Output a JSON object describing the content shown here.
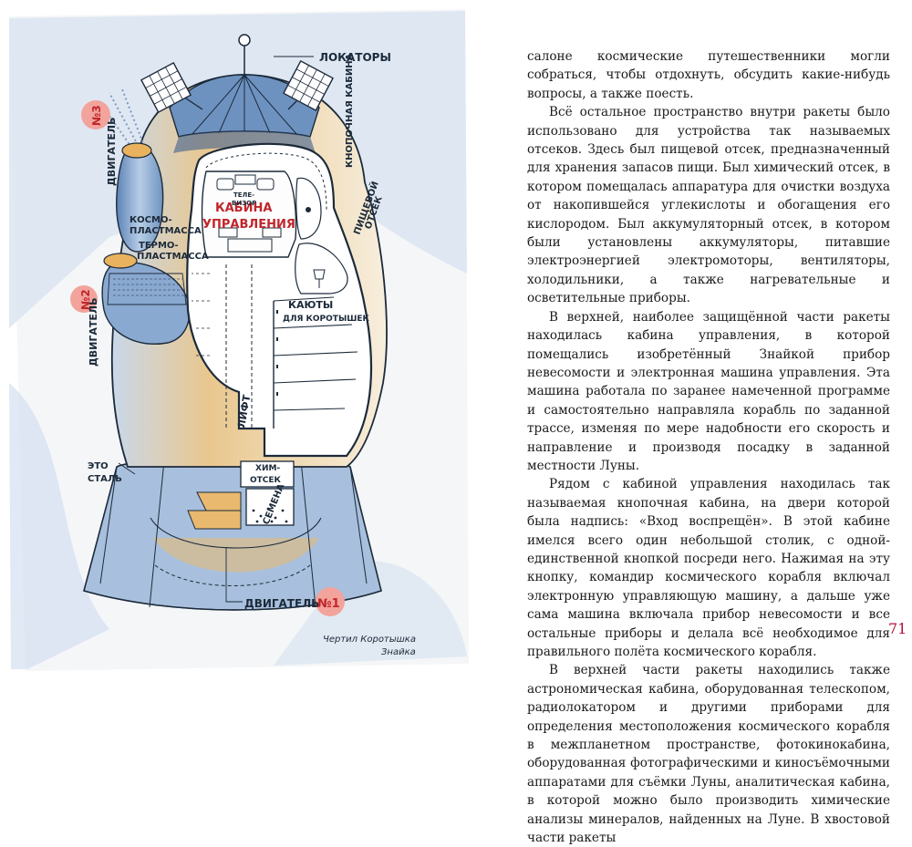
{
  "illustration": {
    "labels": {
      "locators": "ЛОКАТОРЫ",
      "button_cabin": "КНОПОЧНАЯ КАБИНА",
      "engine3": "ДВИГАТЕЛЬ",
      "engine3_num": "№3",
      "control_cabin_line1": "КАБИНА",
      "control_cabin_line2": "УПРАВЛЕНИЯ",
      "tv_line1": "ТЕЛЕ-",
      "tv_line2": "ВИЗОР",
      "food_compartment_line1": "ПИЩЕВОЙ",
      "food_compartment_line2": "ОТСЕК",
      "cosmoplastic_line1": "КОСМО-",
      "cosmoplastic_line2": "ПЛАСТМАССА",
      "thermoplastic_line1": "ТЕРМО-",
      "thermoplastic_line2": "ПЛАСТМАССА",
      "engine2": "ДВИГАТЕЛЬ",
      "engine2_num": "№2",
      "cabins_line1": "КАЮТЫ",
      "cabins_line2": "ДЛЯ КОРОТЫШЕК",
      "lift": "ЛИФТ",
      "eto_steel_line1": "ЭТО",
      "eto_steel_line2": "СТАЛЬ",
      "chem_line1": "ХИМ-",
      "chem_line2": "ОТСЕК",
      "seeds": "СЕМЕНА",
      "engine1": "ДВИГАТЕЛЬ",
      "engine1_num": "№1",
      "signature_line1": "Чертил Коротышка",
      "signature_line2": "Знайка"
    },
    "colors": {
      "ink": "#1c2a3a",
      "red_label": "#c0262c",
      "badge": "#f2a39b",
      "blue_wash": "#b9cde3",
      "blue_dark": "#6f93bf",
      "gold_wash": "#e7b96a",
      "gold_light": "#f4dcab"
    }
  },
  "text": {
    "paragraphs": [
      "салоне космические путешественники могли собраться, чтобы отдохнуть, обсудить какие-нибудь вопросы, а также поесть.",
      "Всё остальное пространство внутри ракеты было использовано для устройства так называемых отсеков. Здесь был пищевой отсек, предназначенный для хранения запасов пищи. Был химический отсек, в котором помещалась аппаратура для очистки воздуха от накопившейся углекислоты и обогащения его кислородом. Был аккумуляторный отсек, в котором были установлены аккумуляторы, питавшие электроэнергией электромоторы, вентиляторы, холодильники, а также нагревательные и осветительные приборы.",
      "В верхней, наиболее защищённой части ракеты находилась кабина управления, в которой помещались изобретённый Знайкой прибор невесомости и электронная машина управления. Эта машина работала по заранее намеченной программе и самостоятельно направляла корабль по заданной трассе, изменяя по мере надобности его скорость и направление и производя посадку в заданной местности Луны.",
      "Рядом с кабиной управления находилась так называемая кнопочная кабина, на двери которой была надпись: «Вход воспрещён». В этой кабине имелся всего один небольшой столик, с одной-единственной кнопкой посреди него. Нажимая на эту кнопку, командир космического корабля включал электронную управляющую машину, а дальше уже сама машина включала прибор невесомости и все остальные приборы и делала всё необходимое для правильного полёта космического корабля.",
      "В верхней части ракеты находились также астрономическая кабина, оборудованная телескопом, радиолокатором и другими приборами для определения местоположения космического корабля в межпланетном пространстве, фотокинокабина, оборудованная фотографическими и киносъёмочными аппаратами для съёмки Луны, аналитическая кабина, в которой можно было производить химические анализы минералов, найденных на Луне. В хвостовой части ракеты"
    ],
    "page_number": "71"
  }
}
